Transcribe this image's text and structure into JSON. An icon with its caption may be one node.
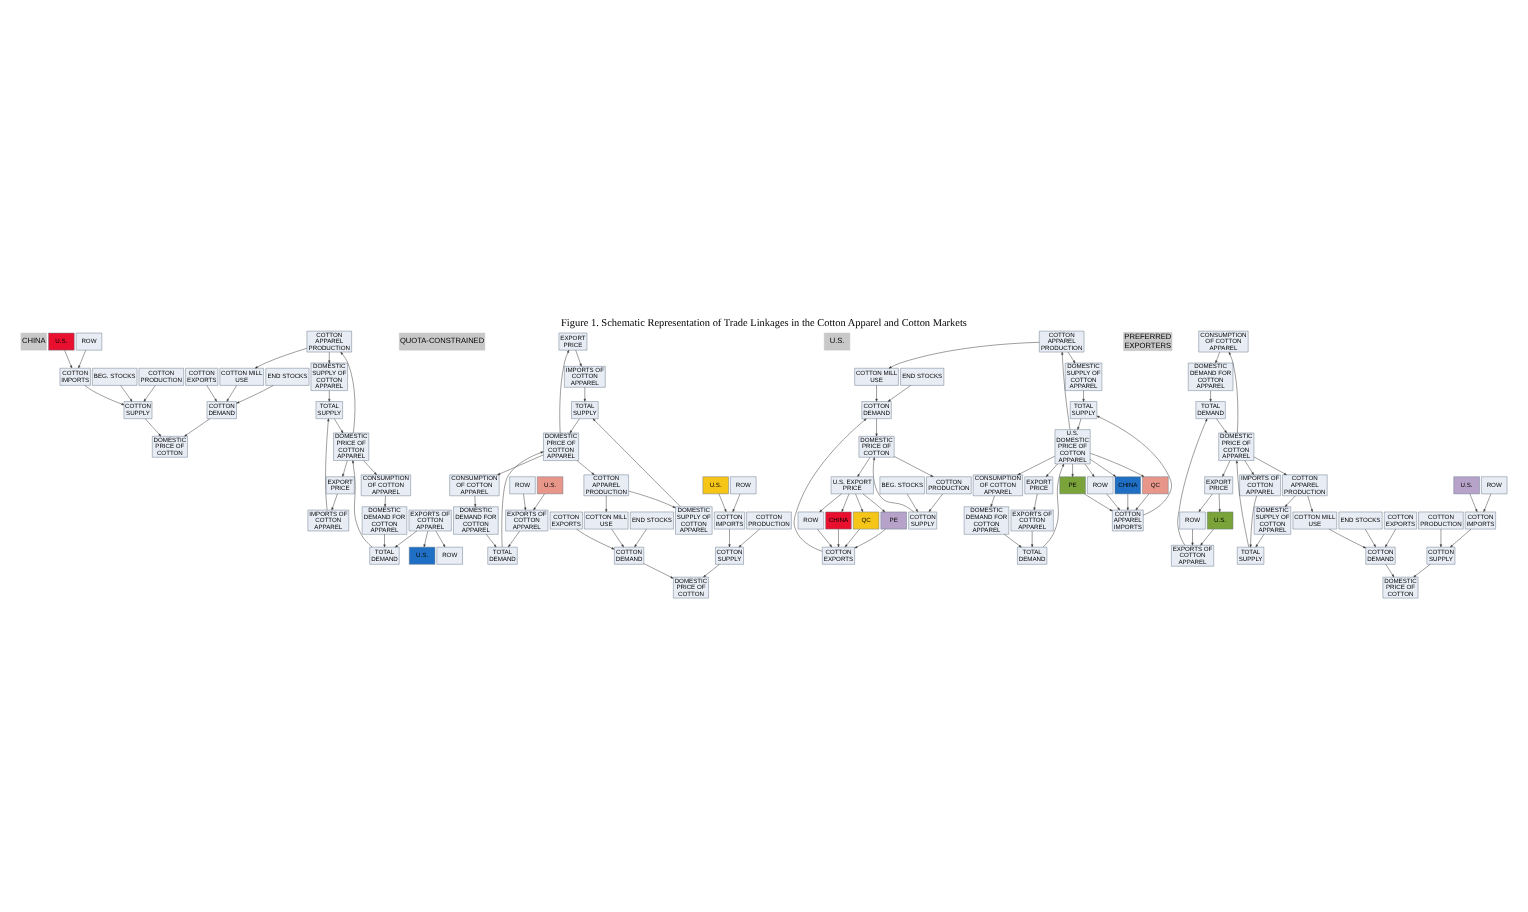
{
  "diagram": {
    "title": "Figure 1. Schematic Representation of Trade Linkages in the Cotton Apparel and Cotton Markets",
    "nodes": [
      {
        "text": [
          "CHINA"
        ]
      },
      {
        "text": [
          "U.S."
        ]
      },
      {
        "text": [
          "ROW"
        ]
      },
      {
        "text": [
          "COTTON IMPORTS"
        ]
      },
      {
        "text": [
          "COTTON SUPPLY"
        ]
      },
      {
        "text": [
          "BEG. STOCKS"
        ]
      },
      {
        "text": [
          "COTTON PRODUCTION"
        ]
      },
      {
        "text": [
          "DOMESTIC PRICE OF COTTON"
        ]
      },
      {
        "text": [
          "COTTON EXPORTS"
        ]
      },
      {
        "text": [
          "COTTON DEMAND"
        ]
      },
      {
        "text": [
          "COTTON MILL USE"
        ]
      },
      {
        "text": [
          "END STOCKS"
        ]
      },
      {
        "text": [
          "IMPORTS OF COTTON APPAREL"
        ]
      },
      {
        "text": [
          "DOMESTIC SUPPLY OF COTTON APPAREL"
        ]
      },
      {
        "text": [
          "COTTON APPAREL PRODUCTION"
        ]
      },
      {
        "text": [
          "TOTAL SUPPLY"
        ]
      },
      {
        "text": [
          "DOMESTIC PRICE OF COTTON APPAREL"
        ]
      },
      {
        "text": [
          "EXPORT PRICE"
        ]
      },
      {
        "text": [
          "TOTAL DEMAND"
        ]
      },
      {
        "text": [
          "EXPORTS OF COTTON APPAREL"
        ]
      },
      {
        "text": [
          "DOMESTIC DEMAND FOR COTTON APPAREL"
        ]
      },
      {
        "text": [
          "CONSUMPTION OF COTTON APPAREL"
        ]
      },
      {
        "text": [
          "U.S."
        ]
      },
      {
        "text": [
          "ROW"
        ]
      },
      {
        "text": [
          "QUOTA-CONSTRAINED"
        ]
      },
      {
        "text": [
          "EXPORT PRICE"
        ]
      },
      {
        "text": [
          "U.S."
        ]
      },
      {
        "text": [
          "ROW"
        ]
      },
      {
        "text": [
          "EXPORTS OF COTTON APPAREL"
        ]
      },
      {
        "text": [
          "TOTAL DEMAND"
        ]
      },
      {
        "text": [
          "DOMESTIC DEMAND FOR COTTON APPAREL"
        ]
      },
      {
        "text": [
          "CONSUMPTION OF COTTON APPAREL"
        ]
      },
      {
        "text": [
          "DOMESTIC PRICE OF COTTON APPAREL"
        ]
      },
      {
        "text": [
          "TOTAL SUPPLY"
        ]
      },
      {
        "text": [
          "IMPORTS OF COTTON APPAREL"
        ]
      },
      {
        "text": [
          "DOMESTIC SUPPLY OF COTTON APPAREL"
        ]
      },
      {
        "text": [
          "COTTON APPAREL PRODUCTION"
        ]
      },
      {
        "text": [
          "COTTON EXPORTS"
        ]
      },
      {
        "text": [
          "COTTON DEMAND"
        ]
      },
      {
        "text": [
          "COTTON MILL USE"
        ]
      },
      {
        "text": [
          "DOMESTIC PRICE OF COTTON"
        ]
      },
      {
        "text": [
          "END STOCKS"
        ]
      },
      {
        "text": [
          "ROW"
        ]
      },
      {
        "text": [
          "U.S."
        ]
      },
      {
        "text": [
          "COTTON IMPORTS"
        ]
      },
      {
        "text": [
          "COTTON SUPPLY"
        ]
      },
      {
        "text": [
          "COTTON PRODUCTION"
        ]
      },
      {
        "text": [
          "U.S."
        ]
      },
      {
        "text": [
          "END STOCKS"
        ]
      },
      {
        "text": [
          "BEG. STOCKS"
        ]
      },
      {
        "text": [
          "COTTON SUPPLY"
        ]
      },
      {
        "text": [
          "COTTON PRODUCTION"
        ]
      },
      {
        "text": [
          "DOMESTIC PRICE OF COTTON"
        ]
      },
      {
        "text": [
          "COTTON MILL USE"
        ]
      },
      {
        "text": [
          "COTTON DEMAND"
        ]
      },
      {
        "text": [
          "COTTON EXPORTS"
        ]
      },
      {
        "text": [
          "U.S. EXPORT PRICE"
        ]
      },
      {
        "text": [
          "CHINA"
        ]
      },
      {
        "text": [
          "QC"
        ]
      },
      {
        "text": [
          "PE"
        ]
      },
      {
        "text": [
          "ROW"
        ]
      },
      {
        "text": [
          "COTTON APPAREL PRODUCTION"
        ]
      },
      {
        "text": [
          "DOMESTIC SUPPLY OF COTTON APPAREL"
        ]
      },
      {
        "text": [
          "COTTON APPAREL IMPORTS"
        ]
      },
      {
        "text": [
          "TOTAL SUPPLY"
        ]
      },
      {
        "text": [
          "U.S. DOMESTIC PRICE OF COTTON APPAREL"
        ]
      },
      {
        "text": [
          "TOTAL DEMAND"
        ]
      },
      {
        "text": [
          "CONSUMPTION OF COTTON APPAREL"
        ]
      },
      {
        "text": [
          "DOMESTIC DEMAND FOR COTTON APPAREL"
        ]
      },
      {
        "text": [
          "EXPORTS OF COTTON APPAREL"
        ]
      },
      {
        "text": [
          "EXPORT PRICE"
        ]
      },
      {
        "text": [
          "CHINA"
        ]
      },
      {
        "text": [
          "QC"
        ]
      },
      {
        "text": [
          "PE"
        ]
      },
      {
        "text": [
          "ROW"
        ]
      },
      {
        "text": [
          "PREFERRED EXPORTERS"
        ]
      },
      {
        "text": [
          "CONSUMPTION OF COTTON APPAREL"
        ]
      },
      {
        "text": [
          "DOMESTIC DEMAND FOR COTTON APPAREL"
        ]
      },
      {
        "text": [
          "EXPORTS OF COTTON APPAREL"
        ]
      },
      {
        "text": [
          "U.S."
        ]
      },
      {
        "text": [
          "ROW"
        ]
      },
      {
        "text": [
          "TOTAL DEMAND"
        ]
      },
      {
        "text": [
          "DOMESTIC PRICE OF COTTON APPAREL"
        ]
      },
      {
        "text": [
          "EXPORT PRICE"
        ]
      },
      {
        "text": [
          "TOTAL SUPPLY"
        ]
      },
      {
        "text": [
          "IMPORTS OF COTTON APPAREL"
        ]
      },
      {
        "text": [
          "DOMESTIC SUPPLY OF COTTON APPAREL"
        ]
      },
      {
        "text": [
          "COTTON APPAREL PRODUCTION"
        ]
      },
      {
        "text": [
          "COTTON EXPORTS"
        ]
      },
      {
        "text": [
          "COTTON DEMAND"
        ]
      },
      {
        "text": [
          "COTTON MILL USE"
        ]
      },
      {
        "text": [
          "END STOCKS"
        ]
      },
      {
        "text": [
          "DOMESTIC PRICE OF COTTON"
        ]
      },
      {
        "text": [
          "ROW"
        ]
      },
      {
        "text": [
          "U.S."
        ]
      },
      {
        "text": [
          "COTTON IMPORTS"
        ]
      },
      {
        "text": [
          "COTTON SUPPLY"
        ]
      },
      {
        "text": [
          "COTTON PRODUCTION"
        ]
      }
    ],
    "edges": [
      {
        "from": 1,
        "to": 3,
        "arrow": "to"
      },
      {
        "from": 2,
        "to": 3,
        "arrow": "to"
      },
      {
        "from": 3,
        "to": 4,
        "arrow": "to"
      },
      {
        "from": 5,
        "to": 4,
        "arrow": "to"
      },
      {
        "from": 6,
        "to": 4,
        "arrow": "to"
      },
      {
        "from": 4,
        "to": 7,
        "arrow": "to"
      },
      {
        "from": 9,
        "to": 7,
        "arrow": "to"
      },
      {
        "from": 8,
        "to": 9,
        "arrow": "to"
      },
      {
        "from": 10,
        "to": 9,
        "arrow": "to"
      },
      {
        "from": 11,
        "to": 9,
        "arrow": "to"
      },
      {
        "from": 14,
        "to": 10,
        "arrow": "to"
      },
      {
        "from": 14,
        "to": 13,
        "arrow": "to"
      },
      {
        "from": 13,
        "to": 15,
        "arrow": "to"
      },
      {
        "from": 12,
        "to": 15,
        "arrow": "to"
      },
      {
        "from": 15,
        "to": 16,
        "arrow": "to"
      },
      {
        "from": 18,
        "to": 16,
        "arrow": "to"
      },
      {
        "from": 16,
        "to": 14,
        "arrow": "to"
      },
      {
        "from": 16,
        "to": 21,
        "arrow": "to"
      },
      {
        "from": 21,
        "to": 20,
        "arrow": "to"
      },
      {
        "from": 20,
        "to": 18,
        "arrow": "to"
      },
      {
        "from": 19,
        "to": 18,
        "arrow": "to"
      },
      {
        "from": 19,
        "to": 22,
        "arrow": "to"
      },
      {
        "from": 19,
        "to": 23,
        "arrow": "to"
      },
      {
        "from": 16,
        "to": 17,
        "arrow": "to"
      },
      {
        "from": 17,
        "to": 12,
        "arrow": "to"
      },
      {
        "from": 26,
        "to": 28,
        "arrow": "to"
      },
      {
        "from": 27,
        "to": 28,
        "arrow": "to"
      },
      {
        "from": 28,
        "to": 29,
        "arrow": "to"
      },
      {
        "from": 30,
        "to": 29,
        "arrow": "to"
      },
      {
        "from": 31,
        "to": 30,
        "arrow": "to"
      },
      {
        "from": 29,
        "to": 32,
        "arrow": "to"
      },
      {
        "from": 33,
        "to": 32,
        "arrow": "to"
      },
      {
        "from": 34,
        "to": 33,
        "arrow": "to"
      },
      {
        "from": 35,
        "to": 33,
        "arrow": "to"
      },
      {
        "from": 36,
        "to": 35,
        "arrow": "to"
      },
      {
        "from": 32,
        "to": 31,
        "arrow": "to"
      },
      {
        "from": 32,
        "to": 36,
        "arrow": "to"
      },
      {
        "from": 32,
        "to": 25,
        "arrow": "to"
      },
      {
        "from": 25,
        "to": 34,
        "arrow": "to"
      },
      {
        "from": 36,
        "to": 39,
        "arrow": "to"
      },
      {
        "from": 37,
        "to": 38,
        "arrow": "to"
      },
      {
        "from": 39,
        "to": 38,
        "arrow": "to"
      },
      {
        "from": 38,
        "to": 40,
        "arrow": "to"
      },
      {
        "from": 45,
        "to": 40,
        "arrow": "to"
      },
      {
        "from": 44,
        "to": 45,
        "arrow": "to"
      },
      {
        "from": 46,
        "to": 45,
        "arrow": "to"
      },
      {
        "from": 41,
        "to": 38,
        "arrow": "to"
      },
      {
        "from": 42,
        "to": 44,
        "arrow": "to"
      },
      {
        "from": 43,
        "to": 44,
        "arrow": "to"
      },
      {
        "from": 49,
        "to": 50,
        "arrow": "to"
      },
      {
        "from": 51,
        "to": 50,
        "arrow": "to"
      },
      {
        "from": 50,
        "to": 52,
        "arrow": "to"
      },
      {
        "from": 54,
        "to": 52,
        "arrow": "to"
      },
      {
        "from": 53,
        "to": 54,
        "arrow": "to"
      },
      {
        "from": 55,
        "to": 54,
        "arrow": "to"
      },
      {
        "from": 48,
        "to": 54,
        "arrow": "to"
      },
      {
        "from": 52,
        "to": 51,
        "arrow": "to"
      },
      {
        "from": 52,
        "to": 56,
        "arrow": "to"
      },
      {
        "from": 56,
        "to": 57,
        "arrow": "to"
      },
      {
        "from": 56,
        "to": 58,
        "arrow": "to"
      },
      {
        "from": 56,
        "to": 59,
        "arrow": "to"
      },
      {
        "from": 56,
        "to": 60,
        "arrow": "to"
      },
      {
        "from": 57,
        "to": 55,
        "arrow": "to"
      },
      {
        "from": 58,
        "to": 55,
        "arrow": "to"
      },
      {
        "from": 59,
        "to": 55,
        "arrow": "to"
      },
      {
        "from": 60,
        "to": 55,
        "arrow": "to"
      },
      {
        "from": 61,
        "to": 53,
        "arrow": "to"
      },
      {
        "from": 61,
        "to": 62,
        "arrow": "to"
      },
      {
        "from": 62,
        "to": 64,
        "arrow": "to"
      },
      {
        "from": 63,
        "to": 64,
        "arrow": "to"
      },
      {
        "from": 64,
        "to": 65,
        "arrow": "to"
      },
      {
        "from": 66,
        "to": 65,
        "arrow": "to"
      },
      {
        "from": 65,
        "to": 61,
        "arrow": "to"
      },
      {
        "from": 65,
        "to": 67,
        "arrow": "to"
      },
      {
        "from": 67,
        "to": 68,
        "arrow": "to"
      },
      {
        "from": 68,
        "to": 66,
        "arrow": "to"
      },
      {
        "from": 69,
        "to": 66,
        "arrow": "to"
      },
      {
        "from": 65,
        "to": 70,
        "arrow": "to"
      },
      {
        "from": 70,
        "to": 69,
        "arrow": "to"
      },
      {
        "from": 65,
        "to": 71,
        "arrow": "to"
      },
      {
        "from": 65,
        "to": 72,
        "arrow": "to"
      },
      {
        "from": 65,
        "to": 73,
        "arrow": "to"
      },
      {
        "from": 65,
        "to": 74,
        "arrow": "to"
      },
      {
        "from": 71,
        "to": 63,
        "arrow": "to"
      },
      {
        "from": 72,
        "to": 63,
        "arrow": "to"
      },
      {
        "from": 73,
        "to": 63,
        "arrow": "to"
      },
      {
        "from": 74,
        "to": 63,
        "arrow": "to"
      },
      {
        "from": 82,
        "to": 76,
        "arrow": "to"
      },
      {
        "from": 76,
        "to": 77,
        "arrow": "to"
      },
      {
        "from": 77,
        "to": 81,
        "arrow": "to"
      },
      {
        "from": 78,
        "to": 81,
        "arrow": "to"
      },
      {
        "from": 79,
        "to": 78,
        "arrow": "to"
      },
      {
        "from": 80,
        "to": 78,
        "arrow": "to"
      },
      {
        "from": 81,
        "to": 82,
        "arrow": "to"
      },
      {
        "from": 84,
        "to": 82,
        "arrow": "to"
      },
      {
        "from": 85,
        "to": 84,
        "arrow": "to"
      },
      {
        "from": 86,
        "to": 84,
        "arrow": "to"
      },
      {
        "from": 87,
        "to": 86,
        "arrow": "to"
      },
      {
        "from": 82,
        "to": 85,
        "arrow": "to"
      },
      {
        "from": 82,
        "to": 87,
        "arrow": "to"
      },
      {
        "from": 82,
        "to": 83,
        "arrow": "to"
      },
      {
        "from": 83,
        "to": 79,
        "arrow": "to"
      },
      {
        "from": 83,
        "to": 80,
        "arrow": "to"
      },
      {
        "from": 87,
        "to": 90,
        "arrow": "to"
      },
      {
        "from": 90,
        "to": 89,
        "arrow": "to"
      },
      {
        "from": 88,
        "to": 89,
        "arrow": "to"
      },
      {
        "from": 89,
        "to": 92,
        "arrow": "to"
      },
      {
        "from": 96,
        "to": 92,
        "arrow": "to"
      },
      {
        "from": 95,
        "to": 96,
        "arrow": "to"
      },
      {
        "from": 97,
        "to": 96,
        "arrow": "to"
      },
      {
        "from": 91,
        "to": 89,
        "arrow": "to"
      },
      {
        "from": 93,
        "to": 95,
        "arrow": "to"
      },
      {
        "from": 94,
        "to": 95,
        "arrow": "to"
      }
    ]
  }
}
